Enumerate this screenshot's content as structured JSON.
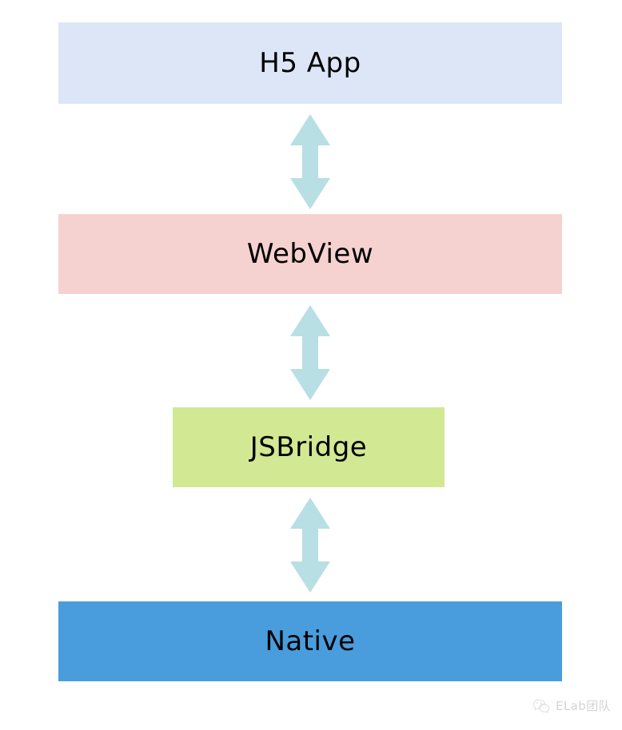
{
  "diagram": {
    "title": "H5 App / WebView / JSBridge / Native layered architecture",
    "layers": [
      {
        "id": "h5app",
        "label": "H5 App",
        "color": "#dce6f7"
      },
      {
        "id": "webview",
        "label": "WebView",
        "color": "#f5d2cf"
      },
      {
        "id": "jsbridge",
        "label": "JSBridge",
        "color": "#d2e893"
      },
      {
        "id": "native",
        "label": "Native",
        "color": "#4a9ddd"
      }
    ],
    "connectors": [
      {
        "id": "h5app-webview",
        "from": "H5 App",
        "to": "WebView",
        "direction": "bidirectional",
        "color": "#b8dfe3"
      },
      {
        "id": "webview-jsbridge",
        "from": "WebView",
        "to": "JSBridge",
        "direction": "bidirectional",
        "color": "#b8dfe3"
      },
      {
        "id": "jsbridge-native",
        "from": "JSBridge",
        "to": "Native",
        "direction": "bidirectional",
        "color": "#b8dfe3"
      }
    ]
  },
  "watermark": {
    "icon": "wechat-icon",
    "text": "ELab团队",
    "color": "#b9b9b9"
  }
}
